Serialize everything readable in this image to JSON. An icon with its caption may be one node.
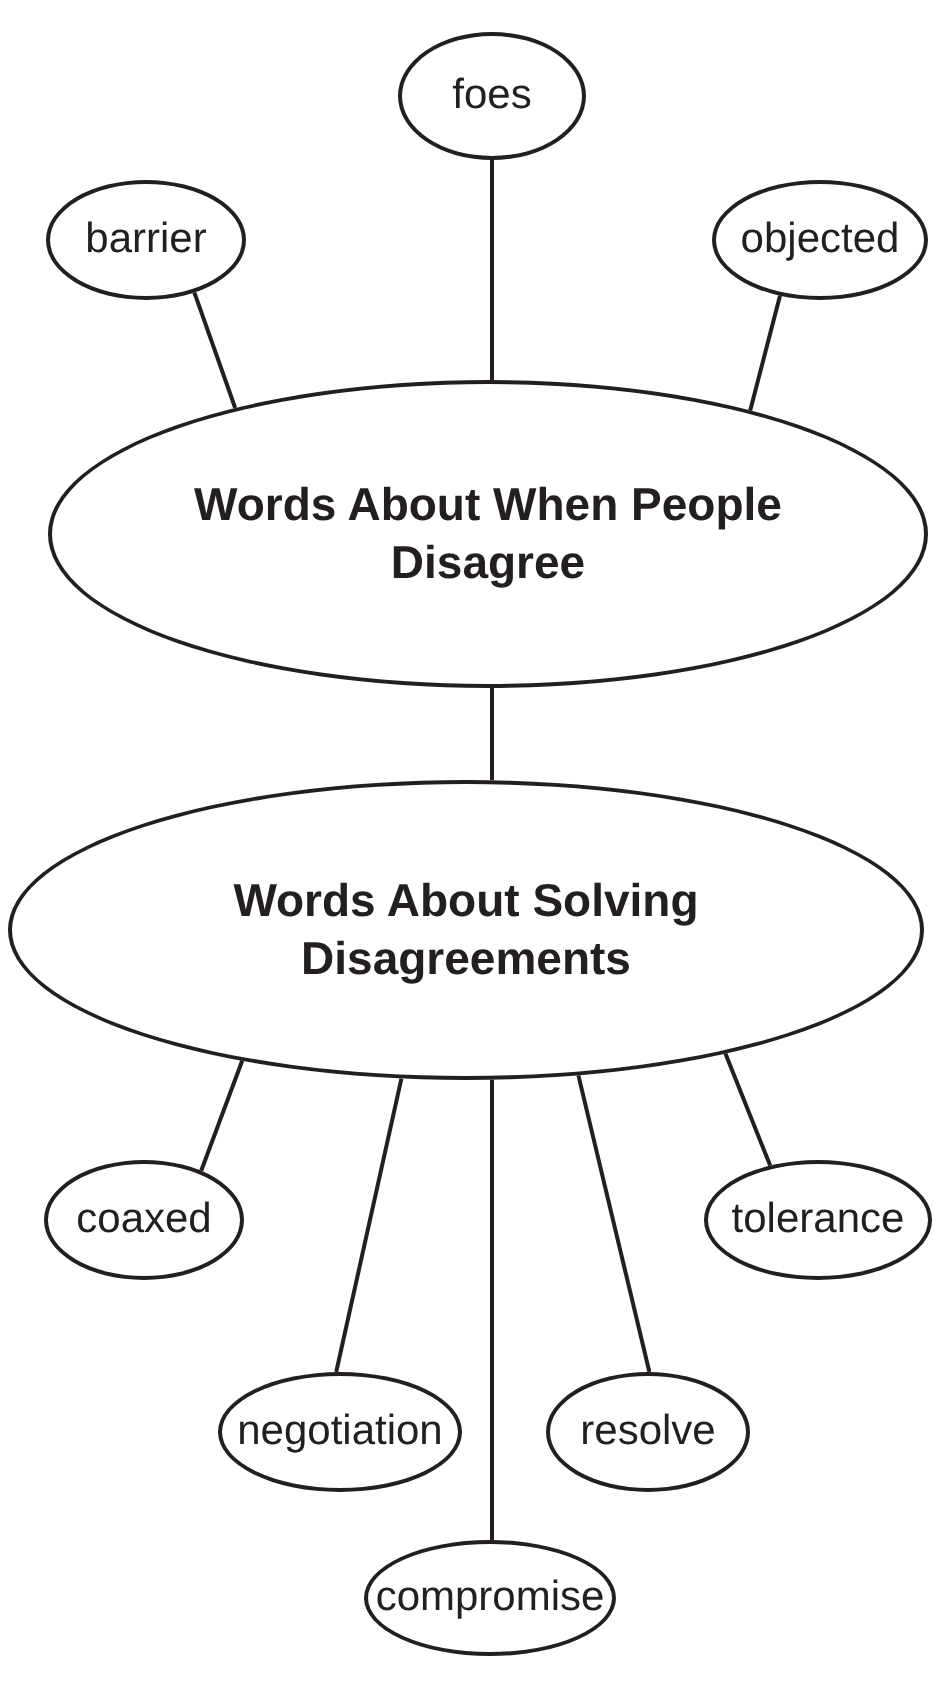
{
  "diagram": {
    "nodes": [
      {
        "text": [
          "foes"
        ]
      },
      {
        "text": [
          "barrier"
        ]
      },
      {
        "text": [
          "objected"
        ]
      },
      {
        "text": [
          "Words About When People Disagree"
        ]
      },
      {
        "text": [
          "Words About Solving Disagreements"
        ]
      },
      {
        "text": [
          "coaxed"
        ]
      },
      {
        "text": [
          "tolerance"
        ]
      },
      {
        "text": [
          "negotiation"
        ]
      },
      {
        "text": [
          "resolve"
        ]
      },
      {
        "text": [
          "compromise"
        ]
      }
    ],
    "edges": [
      {
        "from": 0,
        "to": 3,
        "arrow": "none"
      },
      {
        "from": 1,
        "to": 3,
        "arrow": "none"
      },
      {
        "from": 2,
        "to": 3,
        "arrow": "none"
      },
      {
        "from": 3,
        "to": 4,
        "arrow": "none"
      },
      {
        "from": 4,
        "to": 5,
        "arrow": "none"
      },
      {
        "from": 4,
        "to": 6,
        "arrow": "none"
      },
      {
        "from": 4,
        "to": 7,
        "arrow": "none"
      },
      {
        "from": 4,
        "to": 8,
        "arrow": "none"
      },
      {
        "from": 4,
        "to": 9,
        "arrow": "none"
      }
    ]
  }
}
